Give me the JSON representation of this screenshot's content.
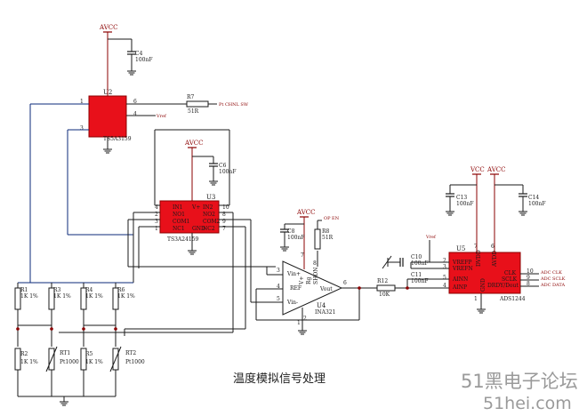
{
  "caption": "温度模拟信号处理",
  "watermark": {
    "line1": "51黑电子论坛",
    "line2": "51hei.com"
  },
  "power": {
    "avcc": "AVCC"
  },
  "nets": {
    "vref": "Vref",
    "pt_ch": "Pt CHNL SW",
    "op_en": "OP EN",
    "adc_clk": "ADC CLK",
    "adc_sclk": "ADC SCLK",
    "adc_data": "ADC DATA"
  },
  "u2": {
    "ref": "U2",
    "part": "TS5A3159",
    "pins": [
      "1",
      "6",
      "4",
      "3"
    ]
  },
  "u3": {
    "ref": "U3",
    "part": "TS3A24159",
    "left_pins": [
      "IN1",
      "NO1",
      "COM1",
      "NC1"
    ],
    "right_pins": [
      "IN2",
      "NO2",
      "COM2",
      "NC2"
    ],
    "left_nums": [
      "4",
      "2",
      "3",
      "1"
    ],
    "right_nums": [
      "10",
      "8",
      "9",
      "7"
    ],
    "vplus": "V+",
    "gnd": "GND"
  },
  "u4": {
    "ref": "U4",
    "part": "INA321",
    "pins": {
      "vinp": "Vin+",
      "vinn": "Vin-",
      "ref": "REF",
      "vout": "Vout",
      "vplus": "V+",
      "rg": "Rg",
      "shdn": "SHDN"
    },
    "nums": [
      "3",
      "5",
      "4",
      "6",
      "7",
      "8",
      "1",
      "2"
    ]
  },
  "u5": {
    "ref": "U5",
    "part": "ADS1244",
    "left_pins": [
      "VREFP",
      "VREFN",
      "AINN",
      "AINP"
    ],
    "left_nums": [
      "2",
      "3",
      "5",
      "4"
    ],
    "right_pins": [
      "CLK",
      "SCLK",
      "DRDY/Dout"
    ],
    "right_nums": [
      "10",
      "9",
      "8"
    ],
    "top_pins": [
      "DVDD",
      "AVDD"
    ],
    "top_nums": [
      "7",
      "6"
    ],
    "gnd": "GND",
    "gnd_nums": [
      "1"
    ]
  },
  "resistors": {
    "r7": {
      "ref": "R7",
      "value": "51R"
    },
    "r8": {
      "ref": "R8",
      "value": "51R"
    },
    "r12": {
      "ref": "R12",
      "value": "10K"
    },
    "r1": {
      "ref": "R1",
      "value": "1K 1%"
    },
    "r2": {
      "ref": "R2",
      "value": "1K 1%"
    },
    "r3": {
      "ref": "R3",
      "value": "1K 1%"
    },
    "r4": {
      "ref": "R4",
      "value": "1K 1%"
    },
    "r5": {
      "ref": "R5",
      "value": "1K 1%"
    },
    "r6": {
      "ref": "R6",
      "value": "1K 1%"
    },
    "rt1": {
      "ref": "RT1",
      "value": "Pt1000"
    },
    "rt2": {
      "ref": "RT2",
      "value": "Pt1000"
    }
  },
  "capacitors": {
    "c4": {
      "ref": "C4",
      "value": "100nF"
    },
    "c6": {
      "ref": "C6",
      "value": "100nF"
    },
    "c8": {
      "ref": "C8",
      "value": "100nF"
    },
    "c10": {
      "ref": "C10",
      "value": "100nF"
    },
    "c11": {
      "ref": "C11",
      "value": "100nF"
    },
    "c13": {
      "ref": "C13",
      "value": "100nF"
    },
    "c14": {
      "ref": "C14",
      "value": "100nF"
    }
  },
  "colors": {
    "chip": "#e8101a",
    "net": "#8b0000",
    "wire": "#1a1a1a",
    "blue_wire": "#0b2a7a",
    "watermark": "#9a9a9a"
  }
}
